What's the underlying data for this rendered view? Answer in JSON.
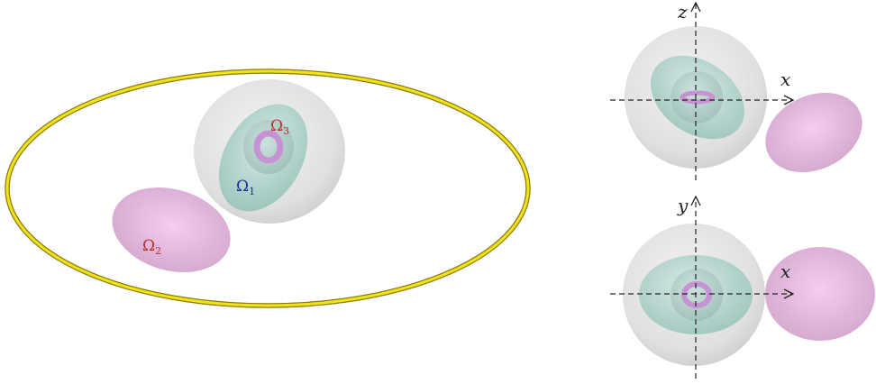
{
  "labels": {
    "omega1": {
      "base": "Ω",
      "sub": "1"
    },
    "omega2": {
      "base": "Ω",
      "sub": "2"
    },
    "omega3": {
      "base": "Ω",
      "sub": "3"
    }
  },
  "axes": {
    "top": {
      "vertical": "z",
      "horizontal": "x"
    },
    "bottom": {
      "vertical": "y",
      "horizontal": "x"
    }
  },
  "colors": {
    "ring": "#e1d11a",
    "shell": "#d6d6d6",
    "teal": "#a9d2c8",
    "pink": "#e8b6e0",
    "omega1_label": "#1a2d9c",
    "omega2_label": "#b5302a",
    "omega3_label": "#b5302a"
  }
}
